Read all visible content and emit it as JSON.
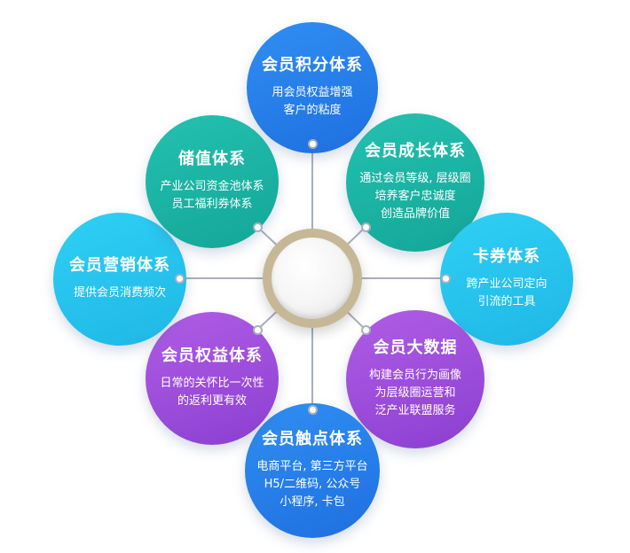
{
  "diagram": {
    "nodes": [
      {
        "id": "points",
        "title": "会员积分体系",
        "lines": [
          "用会员权益增强",
          "客户的粘度"
        ],
        "color_start": "#2f8ff2",
        "color_end": "#1f6fe0"
      },
      {
        "id": "growth",
        "title": "会员成长体系",
        "lines": [
          "通过会员等级, 层级圈",
          "培养客户忠诚度",
          "创造品牌价值"
        ],
        "color_start": "#24c1b0",
        "color_end": "#13a697"
      },
      {
        "id": "coupon",
        "title": "卡券体系",
        "lines": [
          "跨产业公司定向",
          "引流的工具"
        ],
        "color_start": "#2ed0f5",
        "color_end": "#1fb7e6"
      },
      {
        "id": "bigdata",
        "title": "会员大数据",
        "lines": [
          "构建会员行为画像",
          "为层级圈运营和",
          "泛产业联盟服务"
        ],
        "color_start": "#b05de6",
        "color_end": "#8b3fd0"
      },
      {
        "id": "touchpoint",
        "title": "会员触点体系",
        "lines": [
          "电商平台, 第三方平台",
          "H5/二维码, 公众号",
          "小程序, 卡包"
        ],
        "color_start": "#2f8ff2",
        "color_end": "#1f6fe0"
      },
      {
        "id": "rights",
        "title": "会员权益体系",
        "lines": [
          "日常的关怀比一次性",
          "的返利更有效"
        ],
        "color_start": "#b05de6",
        "color_end": "#8b3fd0"
      },
      {
        "id": "marketing",
        "title": "会员营销体系",
        "lines": [
          "提供会员消费频次"
        ],
        "color_start": "#2ed0f5",
        "color_end": "#1fb7e6"
      },
      {
        "id": "stored",
        "title": "储值体系",
        "lines": [
          "产业公司资金池体系",
          "员工福利券体系"
        ],
        "color_start": "#24c1b0",
        "color_end": "#13a697"
      }
    ],
    "connector_color": "#a9b0ba",
    "hub_ring_color": "#c6b797"
  }
}
